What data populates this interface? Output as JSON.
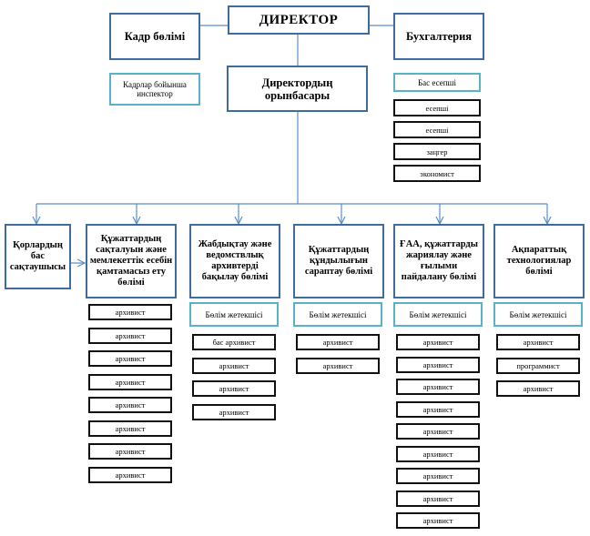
{
  "director": "ДИРЕКТОР",
  "hr_department": "Кадр бөлімі",
  "hr_inspector": "Кадрлар бойынша инспектор",
  "deputy_director": "Директордың орынбасары",
  "accounting": {
    "title": "Бухгалтерия",
    "chief_accountant": "Бас есепші",
    "staff": [
      "есепші",
      "есепші",
      "заңгер",
      "экономист"
    ]
  },
  "departments": [
    {
      "title": "Қорлардың бас сақтаушысы",
      "head": "",
      "staff": []
    },
    {
      "title": "Құжаттардың сақталуын және мемлекеттік есебін қамтамасыз ету бөлімі",
      "head": "",
      "staff": [
        "архивист",
        "архивист",
        "архивист",
        "архивист",
        "архивист",
        "архивист",
        "архивист",
        "архивист"
      ]
    },
    {
      "title": "Жабдықтау және ведомствлық архивтерді бақылау бөлімі",
      "head": "Бөлім жетекшісі",
      "staff": [
        "бас архивист",
        "архивист",
        "архивист",
        "архивист"
      ]
    },
    {
      "title": "Құжаттардың құндылығын сараптау бөлімі",
      "head": "Бөлім жетекшісі",
      "staff": [
        "архивист",
        "архивист"
      ]
    },
    {
      "title": "ҒАА, құжаттарды жариялау және ғылыми пайдалану бөлімі",
      "head": "Бөлім жетекшісі",
      "staff": [
        "архивист",
        "архивист",
        "архивист",
        "архивист",
        "архивист",
        "архивист",
        "архивист",
        "архивист",
        "архивист"
      ]
    },
    {
      "title": "Ақпараттық технологиялар бөлімі",
      "head": "Бөлім жетекшісі",
      "staff": [
        "архивист",
        "программист",
        "архивист"
      ]
    }
  ]
}
